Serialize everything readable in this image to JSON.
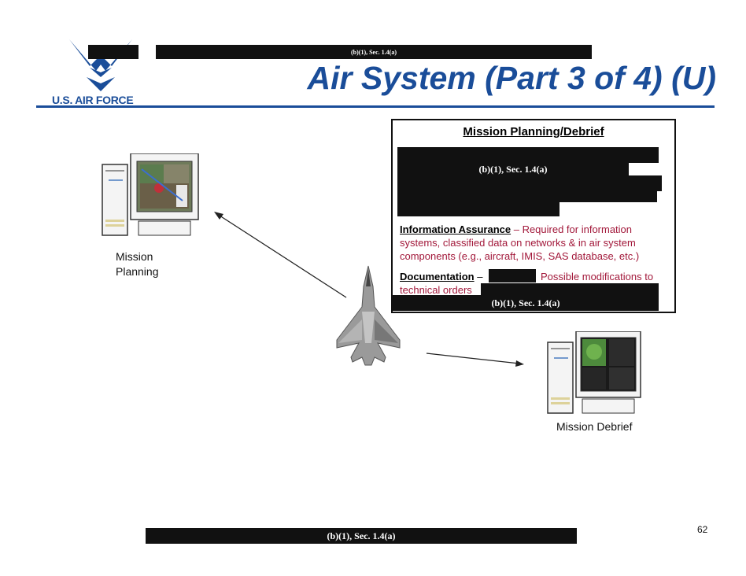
{
  "header": {
    "logo_text": "U.S. AIR FORCE",
    "top_redaction": "(b)(1), Sec. 1.4(a)",
    "title": "Air System (Part 3 of 4) (U)"
  },
  "panel": {
    "title": "Mission Planning/Debrief",
    "redaction_1": "(b)(1), Sec. 1.4(a)",
    "ia_label": "Information Assurance",
    "ia_text": " – Required for information systems, classified data on networks & in air system components (e.g., aircraft, IMIS, SAS database, etc.)",
    "doc_label": "Documentation",
    "doc_dash": " –",
    "doc_text": "Possible modifications to",
    "doc_text_2": "technical orders",
    "redaction_2": "(b)(1), Sec. 1.4(a)"
  },
  "diagram": {
    "planning_label": "Mission Planning",
    "debrief_label": "Mission Debrief"
  },
  "footer": {
    "redaction": "(b)(1), Sec. 1.4(a)",
    "page_number": "62"
  },
  "colors": {
    "brand_blue": "#1a4d99",
    "text_red": "#a2183a",
    "redaction": "#111111"
  }
}
